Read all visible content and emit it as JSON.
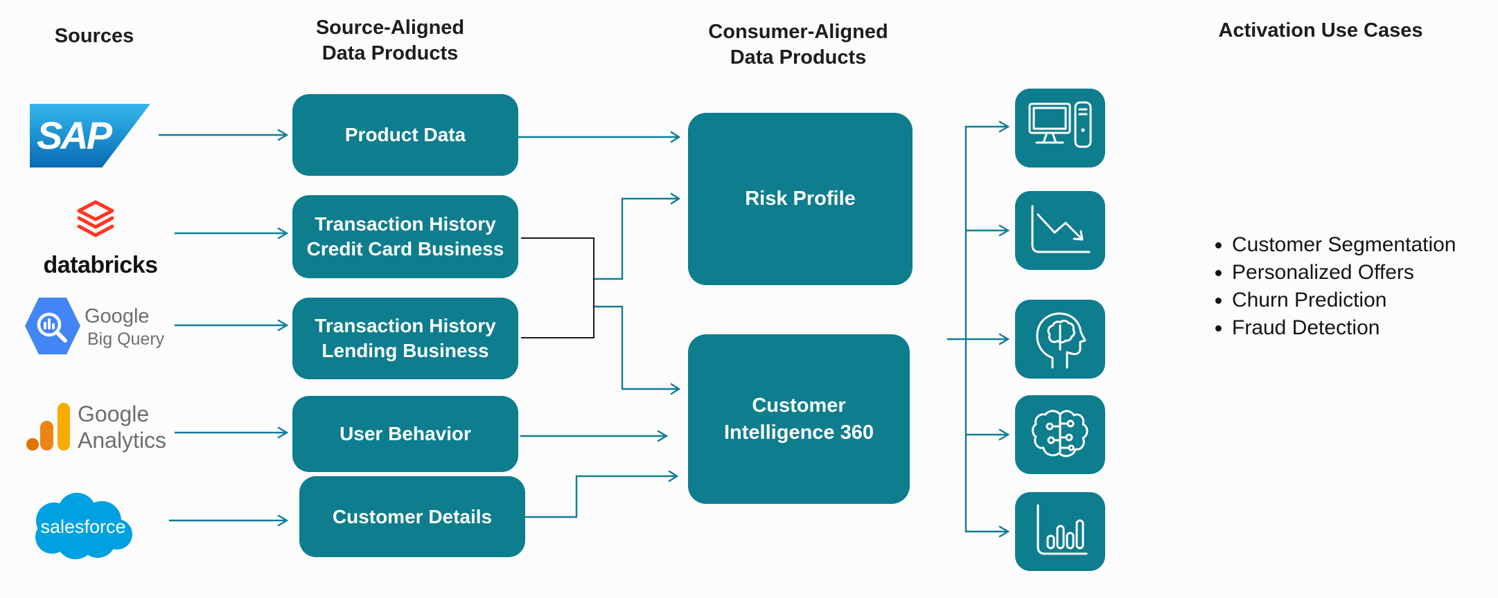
{
  "headers": {
    "sources": "Sources",
    "source_aligned": "Source-Aligned\nData Products",
    "consumer_aligned": "Consumer-Aligned\nData Products",
    "activation": "Activation Use Cases"
  },
  "sources": {
    "sap": {
      "label": "SAP"
    },
    "databricks": {
      "label": "databricks"
    },
    "bigquery": {
      "brand": "Google",
      "product": "Big Query"
    },
    "google_analytics": {
      "brand": "Google",
      "product": "Analytics"
    },
    "salesforce": {
      "label": "salesforce"
    }
  },
  "source_aligned_products": [
    {
      "label": "Product Data"
    },
    {
      "label": "Transaction History\nCredit Card Business"
    },
    {
      "label": "Transaction History\nLending Business"
    },
    {
      "label": "User Behavior"
    },
    {
      "label": "Customer Details"
    }
  ],
  "consumer_aligned_products": [
    {
      "label": "Risk Profile"
    },
    {
      "label": "Customer\nIntelligence 360"
    }
  ],
  "activation_use_cases": [
    "Customer Segmentation",
    "Personalized Offers",
    "Churn Prediction",
    "Fraud Detection"
  ],
  "activation_icons": [
    "desktop-computer",
    "declining-line-chart",
    "head-with-brain",
    "ai-brain-circuit",
    "bar-chart"
  ],
  "colors": {
    "box_teal": "#0e7d8e",
    "connector_teal": "#0d7e96",
    "connector_black": "#1a1a1a",
    "sap_blue_top": "#36b7ec",
    "sap_blue_bottom": "#0a6ab1",
    "databricks_red": "#ff3621",
    "bigquery_blue": "#4285f4",
    "ga_orange_dark": "#e37400",
    "ga_orange_mid": "#ee8412",
    "ga_amber": "#f9ab00",
    "salesforce_blue": "#00a1e0"
  }
}
